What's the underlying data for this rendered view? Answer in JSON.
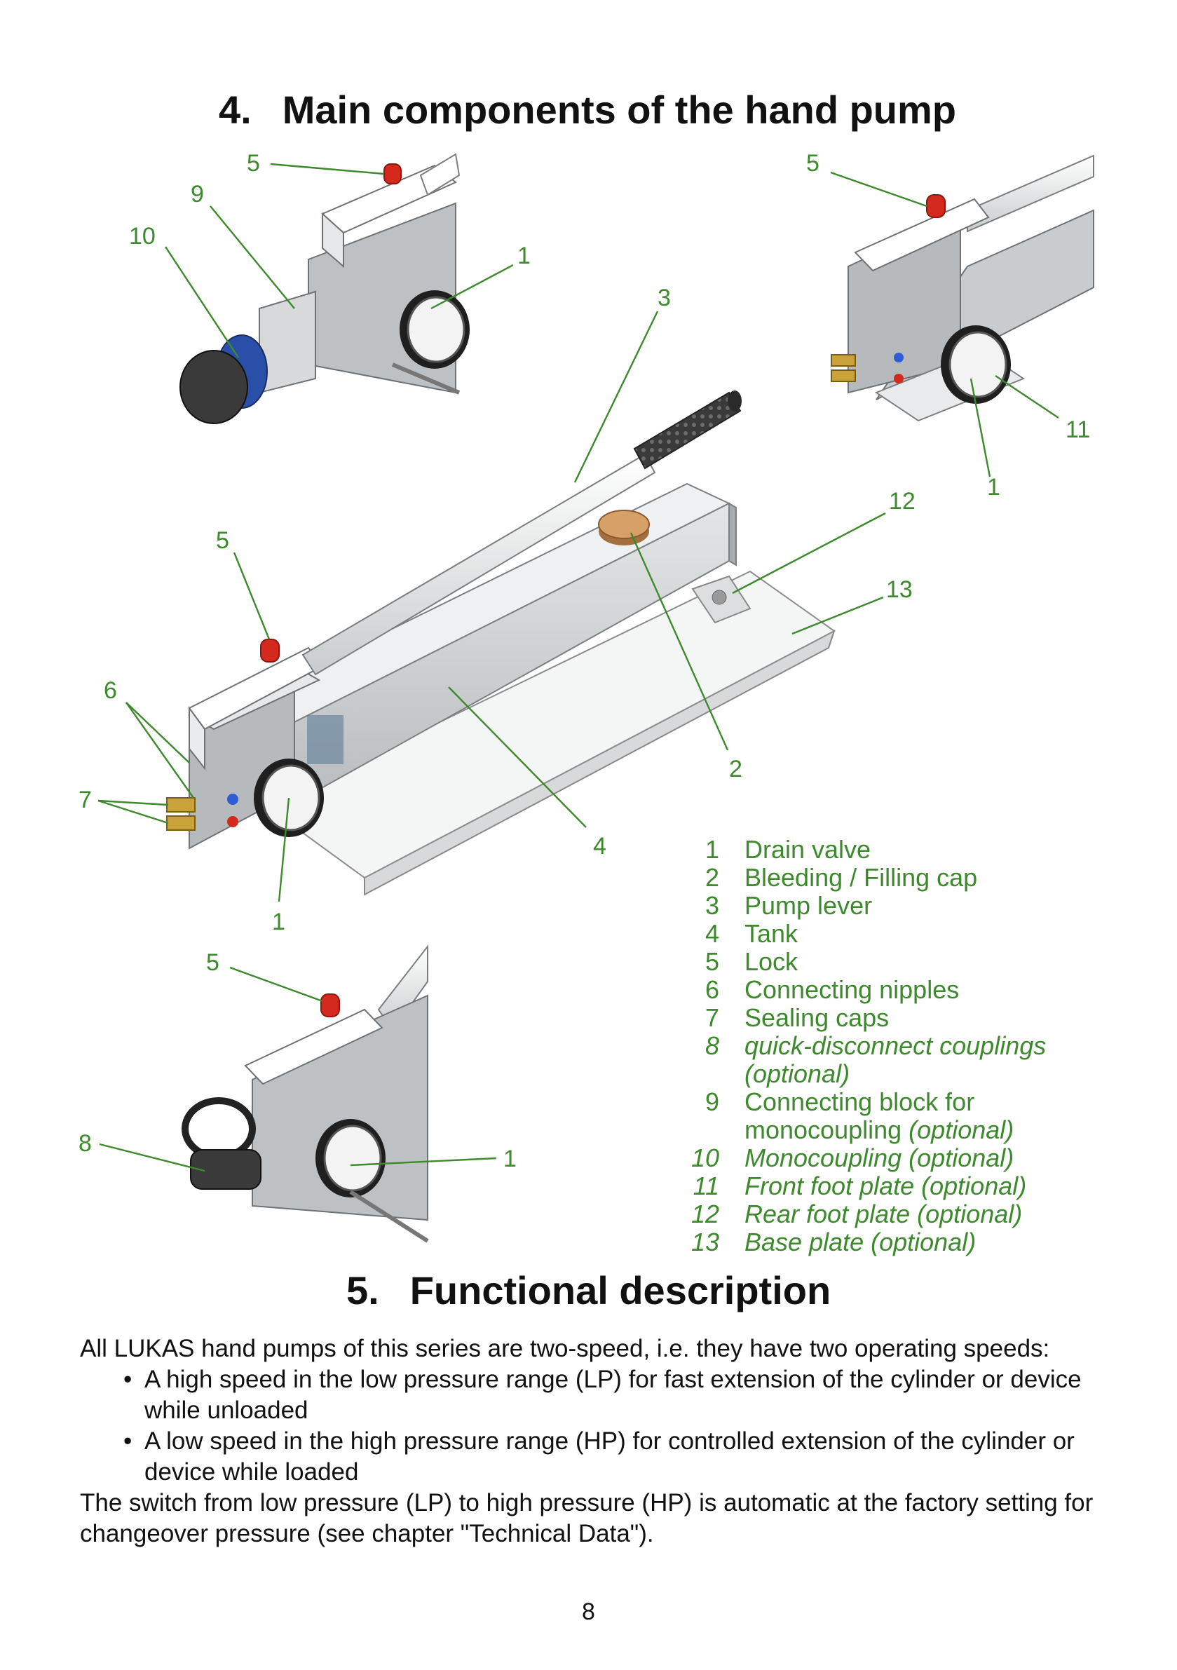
{
  "section4": {
    "number": "4.",
    "title": "Main components of the hand pump"
  },
  "callouts": [
    "5",
    "9",
    "10",
    "1",
    "5",
    "3",
    "11",
    "1",
    "12",
    "5",
    "13",
    "6",
    "2",
    "7",
    "4",
    "1",
    "5",
    "8",
    "1"
  ],
  "legend": [
    {
      "num": "1",
      "text": "Drain valve",
      "optional": ""
    },
    {
      "num": "2",
      "text": "Bleeding / Filling cap",
      "optional": ""
    },
    {
      "num": "3",
      "text": "Pump lever",
      "optional": ""
    },
    {
      "num": "4",
      "text": "Tank",
      "optional": ""
    },
    {
      "num": "5",
      "text": "Lock",
      "optional": ""
    },
    {
      "num": "6",
      "text": "Connecting nipples",
      "optional": ""
    },
    {
      "num": "7",
      "text": "Sealing caps",
      "optional": ""
    },
    {
      "num": "8",
      "text": "",
      "optional": "quick-disconnect couplings (optional)"
    },
    {
      "num": "9",
      "text": "Connecting block for monocoupling",
      "optional": "(optional)"
    },
    {
      "num": "10",
      "text": "",
      "optional": "Monocoupling (optional)"
    },
    {
      "num": "11",
      "text": "",
      "optional": "Front foot plate (optional)"
    },
    {
      "num": "12",
      "text": "",
      "optional": "Rear foot plate (optional)"
    },
    {
      "num": "13",
      "text": "",
      "optional": "Base plate (optional)"
    }
  ],
  "section5": {
    "number": "5.",
    "title": "Functional description"
  },
  "body": {
    "intro": "All LUKAS hand pumps of this series are two-speed, i.e. they have two operating speeds:",
    "bullets": [
      "A high speed in the low pressure range (LP) for fast extension of the cylinder or device while unloaded",
      "A low speed in the high pressure range (HP) for controlled extension of the cylinder or device while loaded"
    ],
    "outro": "The switch from low pressure (LP) to high pressure (HP) is automatic at the factory setting for changeover pressure (see chapter \"Technical Data\")."
  },
  "page_number": "8",
  "colors": {
    "callout_green": "#3d8a2c",
    "lock_red": "#d42a1e",
    "pump_grey": "#cfd2d4"
  }
}
